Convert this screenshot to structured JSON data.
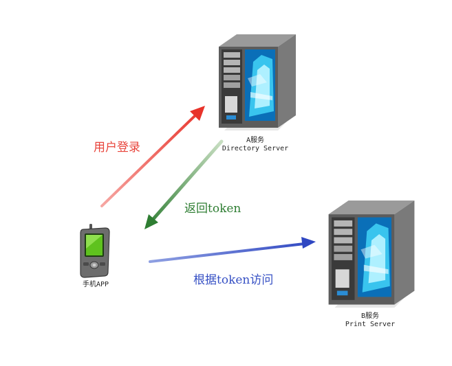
{
  "nodes": {
    "server_a": {
      "name": "A服务",
      "subtitle": "Directory Server"
    },
    "server_b": {
      "name": "B服务",
      "subtitle": "Print Server"
    },
    "phone": {
      "name": "手机APP"
    }
  },
  "edges": {
    "login": {
      "label": "用户登录",
      "color": "#e8433a"
    },
    "return_token": {
      "label": "返回token",
      "color": "#2e7d32"
    },
    "access": {
      "label": "根据token访问",
      "color": "#3650c4"
    }
  },
  "icons": {
    "server_a": "server-tower-icon",
    "server_b": "server-tower-icon",
    "phone": "pda-phone-icon"
  }
}
